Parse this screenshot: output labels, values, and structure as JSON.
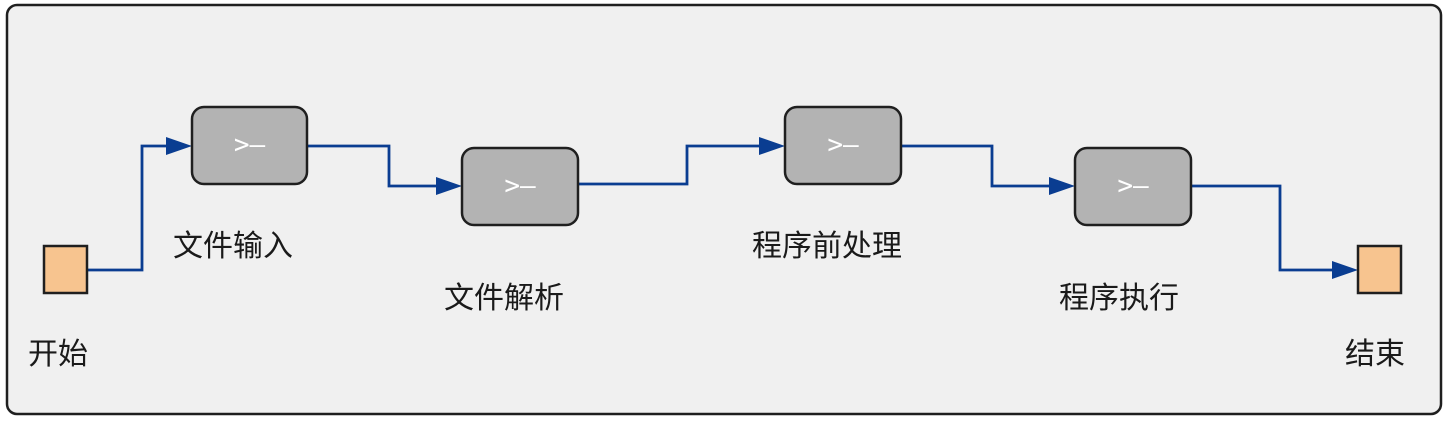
{
  "diagram": {
    "nodes": {
      "start": {
        "label": "开始",
        "icon": "terminal-square"
      },
      "file_input": {
        "label": "文件输入",
        "glyph": ">–"
      },
      "file_parse": {
        "label": "文件解析",
        "glyph": ">–"
      },
      "preprocess": {
        "label": "程序前处理",
        "glyph": ">–"
      },
      "execute": {
        "label": "程序执行",
        "glyph": ">–"
      },
      "end": {
        "label": "结束",
        "icon": "terminal-square"
      }
    },
    "colors": {
      "edge": "#0a3d91",
      "process_fill": "#b3b3b3",
      "terminal_fill": "#f7c48f",
      "panel_fill": "#f0f0f0"
    }
  }
}
